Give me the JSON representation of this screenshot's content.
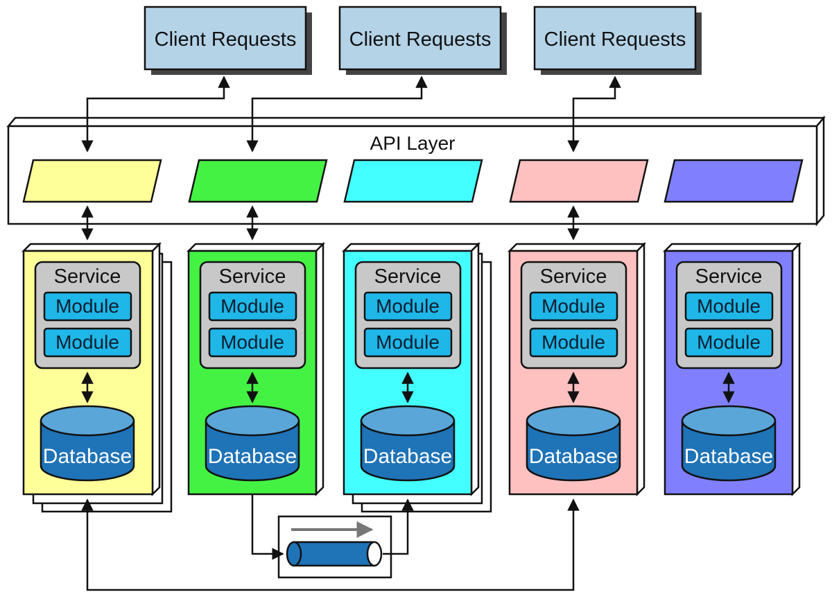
{
  "clients": [
    {
      "label": "Client Requests"
    },
    {
      "label": "Client Requests"
    },
    {
      "label": "Client Requests"
    }
  ],
  "api_layer": {
    "title": "API Layer",
    "endpoints": [
      {
        "color": "#ffff99"
      },
      {
        "color": "#44f244"
      },
      {
        "color": "#44ffff"
      },
      {
        "color": "#ffc0c0"
      },
      {
        "color": "#8080ff"
      }
    ]
  },
  "services": [
    {
      "color": "#ffff99",
      "stacked": true,
      "service_label": "Service",
      "modules": [
        "Module",
        "Module"
      ],
      "database_label": "Database"
    },
    {
      "color": "#44f244",
      "stacked": false,
      "service_label": "Service",
      "modules": [
        "Module",
        "Module"
      ],
      "database_label": "Database"
    },
    {
      "color": "#44ffff",
      "stacked": true,
      "service_label": "Service",
      "modules": [
        "Module",
        "Module"
      ],
      "database_label": "Database"
    },
    {
      "color": "#ffc0c0",
      "stacked": false,
      "service_label": "Service",
      "modules": [
        "Module",
        "Module"
      ],
      "database_label": "Database"
    },
    {
      "color": "#8080ff",
      "stacked": false,
      "service_label": "Service",
      "modules": [
        "Module",
        "Module"
      ],
      "database_label": "Database"
    }
  ],
  "colors": {
    "client_fill": "#b5d3e7",
    "module_fill": "#1fb6e8",
    "service_fill": "#c8c8c8",
    "database_fill": "#1f73b7",
    "queue_fill": "#1f73b7"
  }
}
